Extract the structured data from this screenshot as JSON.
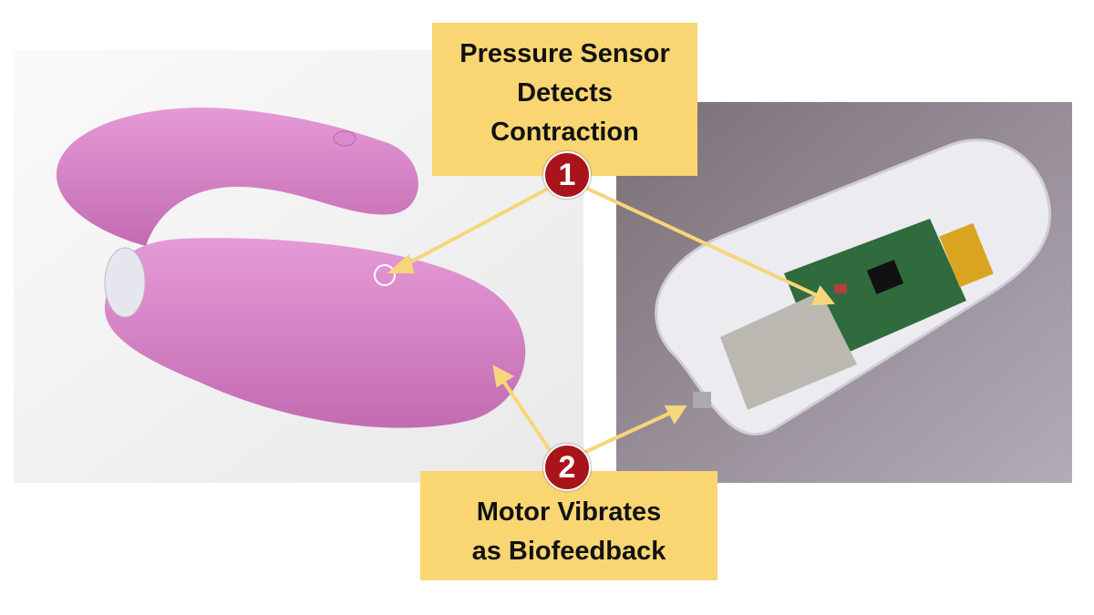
{
  "callouts": [
    {
      "number": "1",
      "lines": [
        "Pressure Sensor",
        "Detects",
        "Contraction"
      ]
    },
    {
      "number": "2",
      "lines": [
        "Motor Vibrates",
        "as Biofeedback"
      ]
    }
  ],
  "colors": {
    "callout_bg": "#f9d672",
    "badge": "#a8141a",
    "arrow": "#f6d67a",
    "device": "#d67fc4",
    "photo_bg": "#8c8089"
  }
}
